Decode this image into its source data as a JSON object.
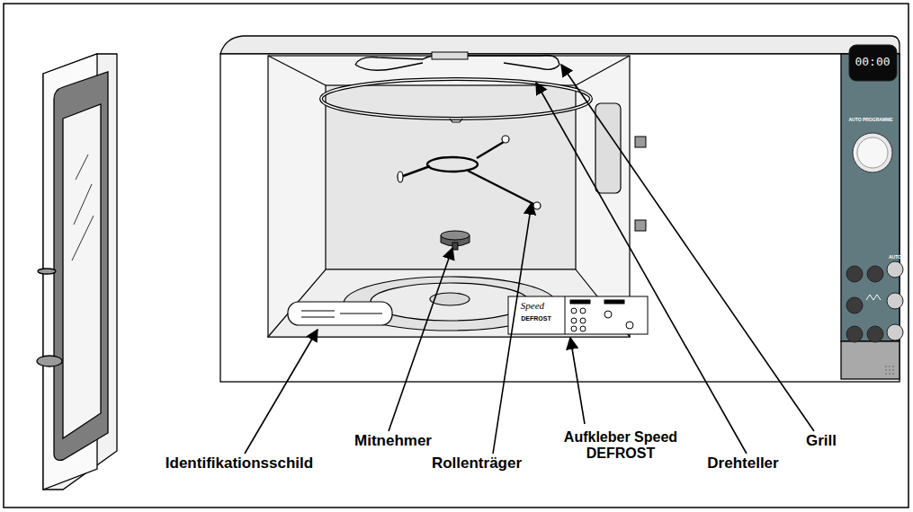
{
  "diagram": {
    "labels": [
      "00:00",
      "AUTO PROGRAMME",
      "AUTO",
      "Speed",
      "DEFROST",
      "Identifikationsschild",
      "Mitnehmer",
      "Rollenträger",
      "Aufkleber Speed DEFROST",
      "Drehteller",
      "Grill"
    ]
  }
}
